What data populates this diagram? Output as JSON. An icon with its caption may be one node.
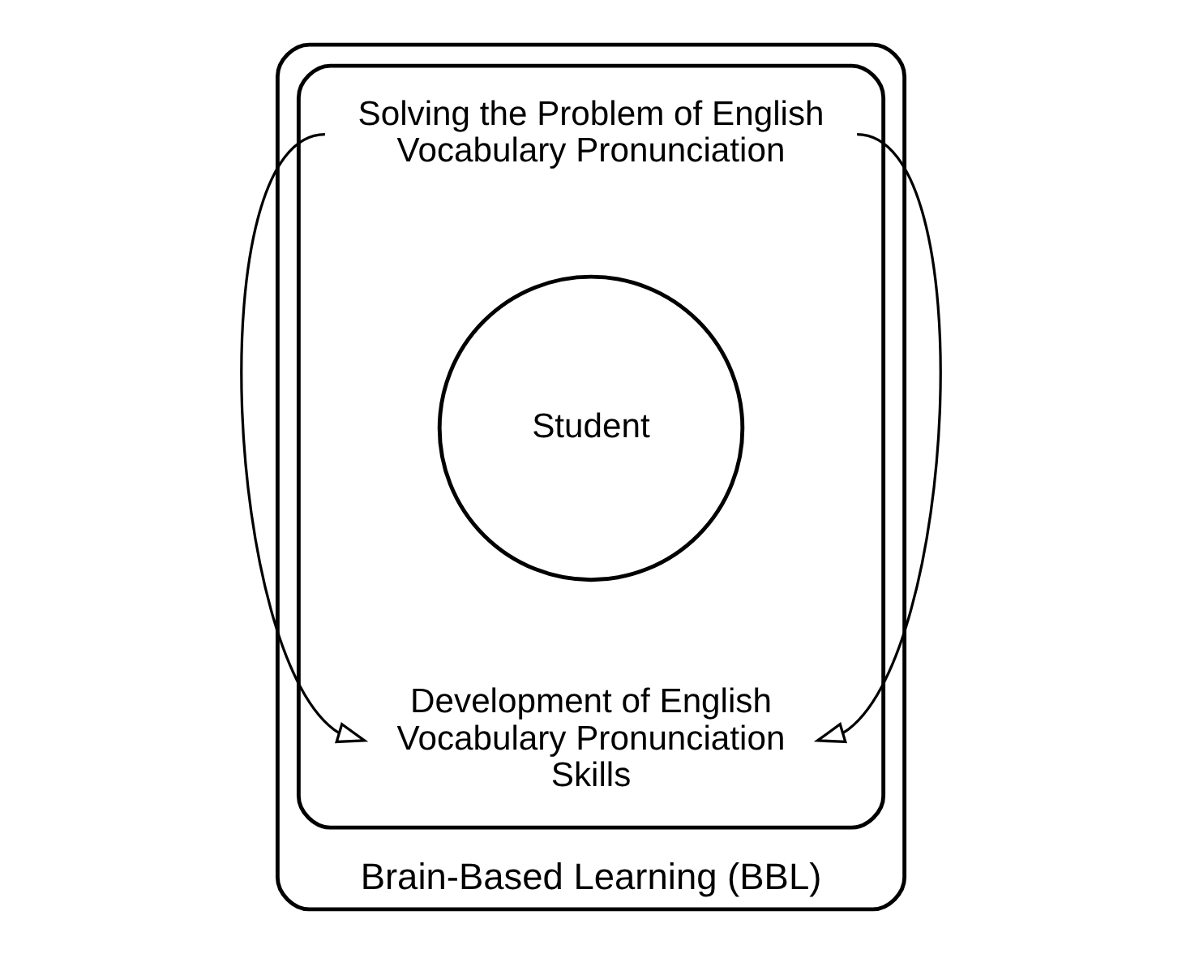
{
  "diagram": {
    "nodes": [
      {
        "text": [
          "Brain-Based Learning (BBL)"
        ]
      },
      {
        "text": [],
        "shape": "ellipse",
        "in": 0
      },
      {
        "text": [
          "Student"
        ],
        "in": 1
      },
      {
        "text": [
          "Solving the Problem of English Vocabulary Pronunciation"
        ],
        "in": 1
      },
      {
        "text": [
          "Development of English Vocabulary Pronunciation Skills"
        ],
        "in": 1
      }
    ],
    "edges": [
      {
        "from": 3,
        "to": 4,
        "arrow": "to"
      },
      {
        "from": 3,
        "to": 4,
        "arrow": "to"
      }
    ]
  }
}
